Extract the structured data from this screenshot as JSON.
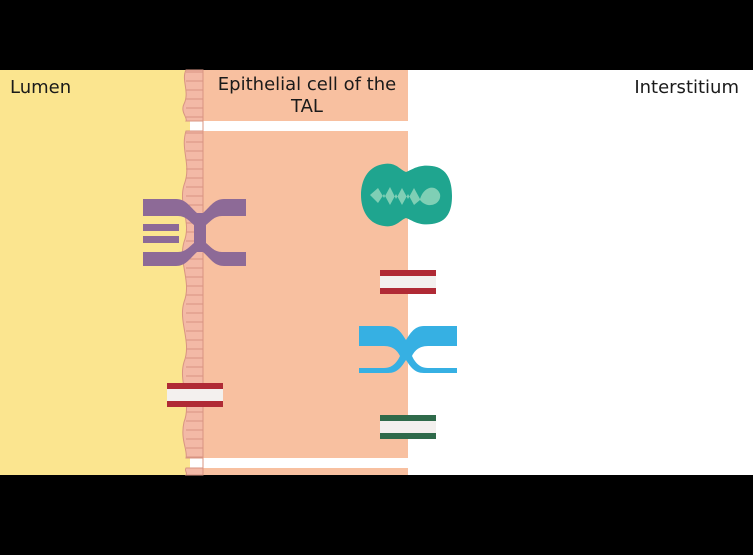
{
  "labels": {
    "lumen": "Lumen",
    "cell": "Epithelial cell of the TAL",
    "interstitium": "Interstitium"
  },
  "colors": {
    "background": "#000000",
    "lumen": "#fbe58f",
    "cell": "#f8c0a0",
    "cell_membrane_line": "#d89482",
    "interstitium": "#ffffff",
    "apical_cotransporter": "#8d6a97",
    "basolateral_pump": "#1fa58f",
    "basolateral_transporter": "#36b0e3",
    "red_channel": "#b02a35",
    "green_channel": "#2f6a4a"
  },
  "icons": [
    "apical-cotransporter-icon",
    "apical-channel-icon",
    "basolateral-pump-icon",
    "basolateral-red-channel-icon",
    "basolateral-transporter-icon",
    "basolateral-green-channel-icon"
  ]
}
